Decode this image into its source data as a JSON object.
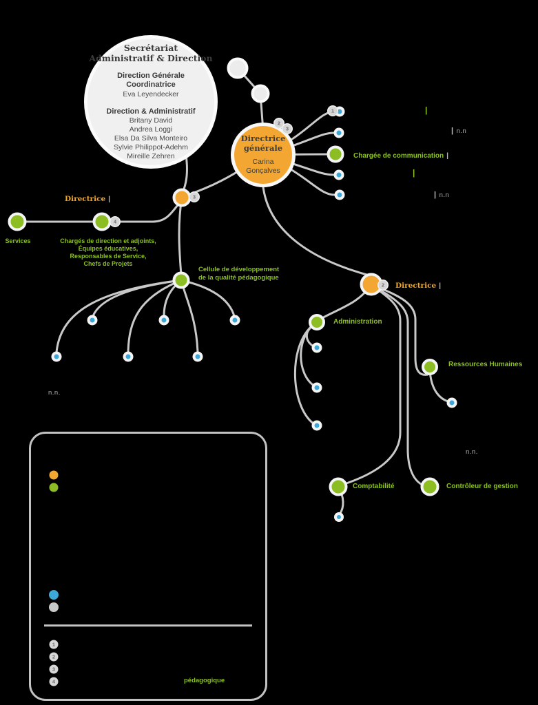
{
  "palette": {
    "orange": "#F3A732",
    "green": "#8CBD22",
    "blue": "#3DA8D8",
    "line_gray": "#C9C9C9",
    "text_gray": "#B3B3B3",
    "circle_fill": "#F0F0F0"
  },
  "secretariat": {
    "title1": "Secrétariat",
    "title2": "Administratif & Direction",
    "sub1a": "Direction Générale",
    "sub1b": "Coordinatrice",
    "coord_name": "Eva Leyendecker",
    "sub2": "Direction & Administratif",
    "names": [
      "Britany David",
      "Andrea Loggi",
      "Elsa Da Silva Monteiro",
      "Sylvie Philippot-Adehm",
      "Mireille Zehren"
    ]
  },
  "direction_generale": {
    "title1": "Directrice",
    "title2": "générale",
    "name1": "Carina",
    "name2": "Gonçalves",
    "badge_a": "2",
    "badge_b": "3"
  },
  "left_branch": {
    "directrice": "Directrice",
    "sep": "|",
    "services": "Services",
    "charges": [
      "Chargés de direction et adjoints,",
      "Équipes éducatives,",
      "Responsables de Service,",
      "Chefs de Projets"
    ],
    "badge": "4",
    "nn": "n.n."
  },
  "cellule": {
    "line1": "Cellule de développement",
    "line2": "de la qualité pédagogique"
  },
  "communication": {
    "badge": "1",
    "label": "Chargée de communication",
    "sep": "|",
    "pipe_top": "|",
    "pipe_mid": "|",
    "nn_pipe": "|",
    "nn_top": "n.n",
    "nn_mid": "n.n"
  },
  "right_branch": {
    "directrice": "Directrice",
    "sep": "|",
    "badge": "2",
    "administration": "Administration",
    "ressources_humaines": "Ressources Humaines",
    "comptabilite": "Comptabilité",
    "controleur": "Contrôleur de gestion",
    "nn": "n.n."
  },
  "legend": {
    "numbers": [
      "1",
      "2",
      "3",
      "4"
    ],
    "green_word": "pédagogique"
  }
}
